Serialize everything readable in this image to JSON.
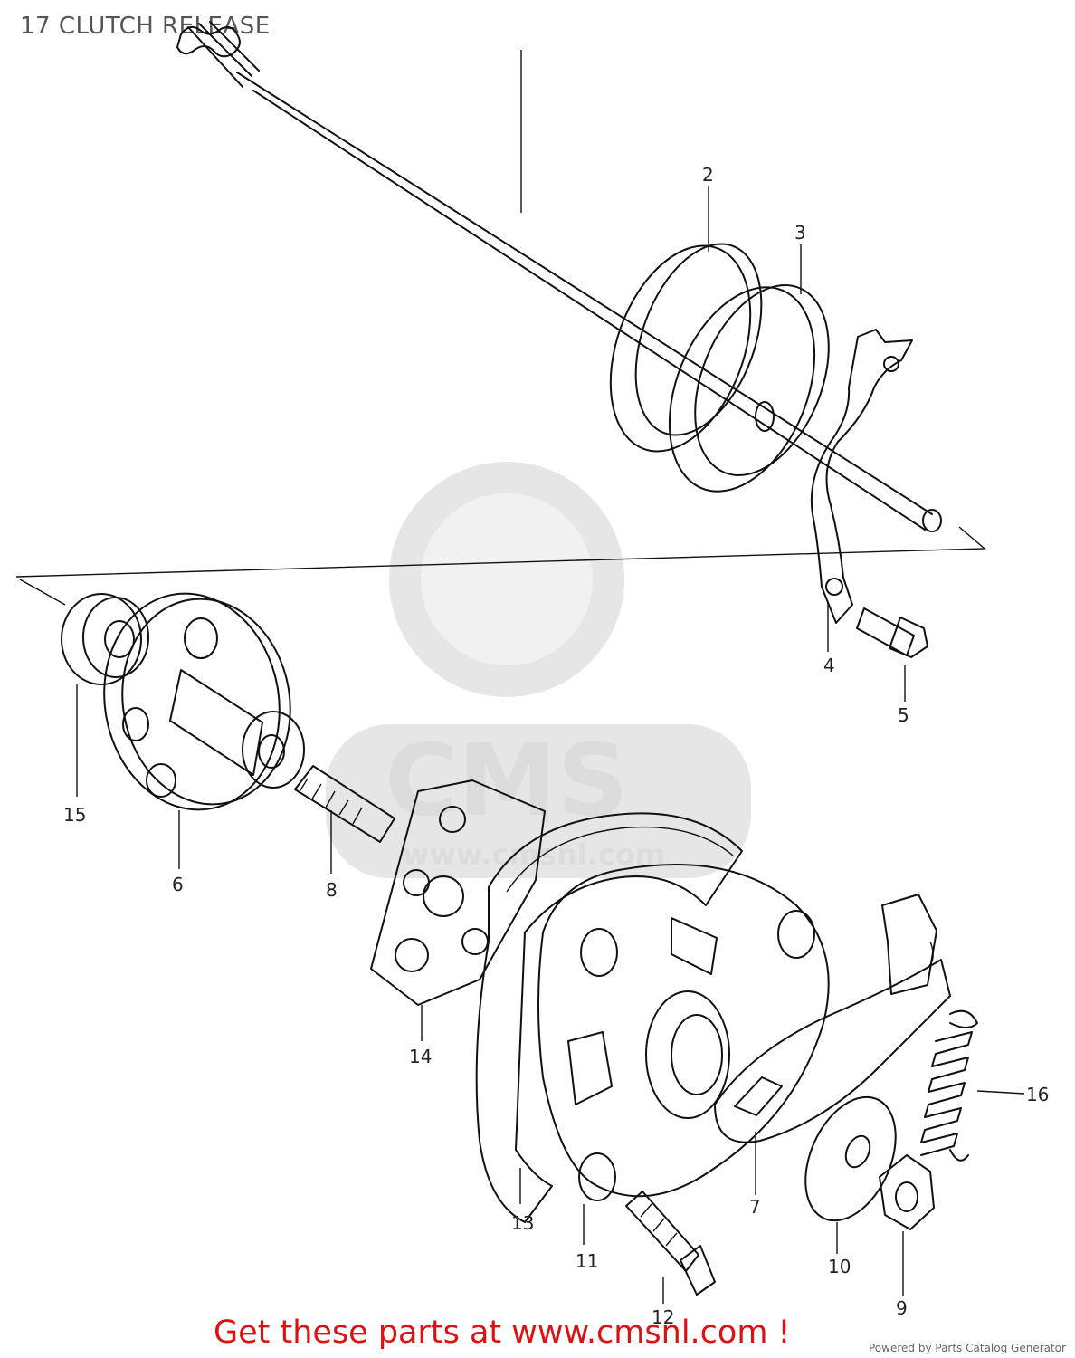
{
  "header": {
    "title": "17 CLUTCH RELEASE"
  },
  "parts": [
    {
      "number": "2"
    },
    {
      "number": "3"
    },
    {
      "number": "4"
    },
    {
      "number": "5"
    },
    {
      "number": "6"
    },
    {
      "number": "7"
    },
    {
      "number": "8"
    },
    {
      "number": "9"
    },
    {
      "number": "10"
    },
    {
      "number": "11"
    },
    {
      "number": "12"
    },
    {
      "number": "13"
    },
    {
      "number": "14"
    },
    {
      "number": "15"
    },
    {
      "number": "16"
    }
  ],
  "watermark": {
    "brand": "CMS",
    "domain": "www.cmsnl.com"
  },
  "footer": {
    "cta": "Get these parts at www.cmsnl.com !",
    "powered_by": "Powered by Parts Catalog Generator"
  }
}
